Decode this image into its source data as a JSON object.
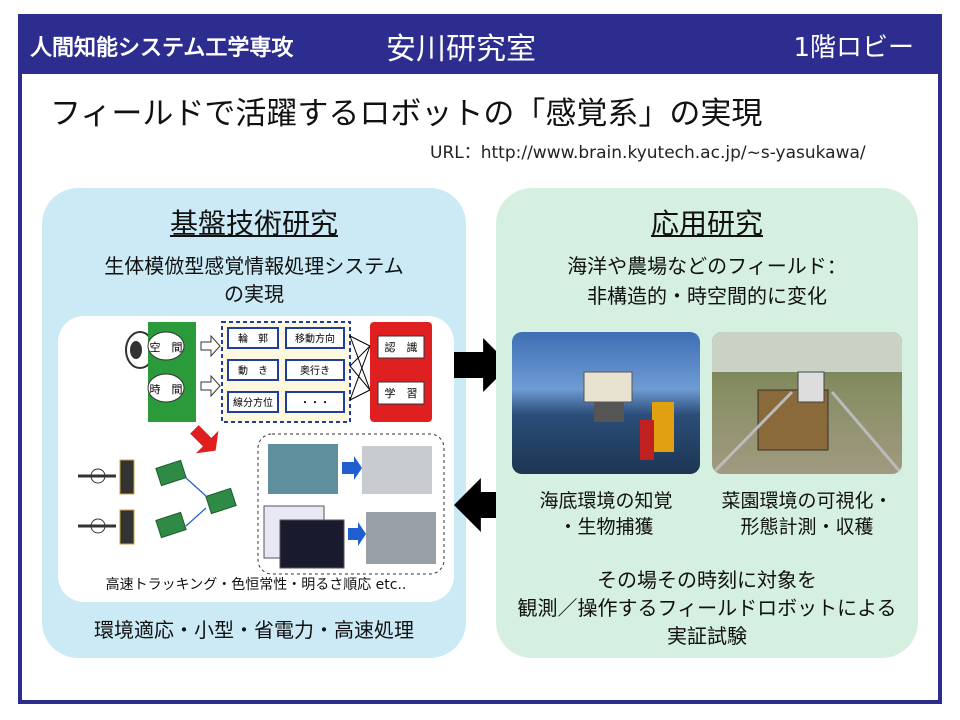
{
  "header": {
    "department": "人間知能システム工学専攻",
    "lab": "安川研究室",
    "location": "1階ロビー"
  },
  "title": "フィールドで活躍するロボットの「感覚系」の実現",
  "url": "URL：http://www.brain.kyutech.ac.jp/~s-yasukawa/",
  "left_panel": {
    "title": "基盤技術研究",
    "subtitle_line1": "生体模倣型感覚情報処理システム",
    "subtitle_line2": "の実現",
    "diagram": {
      "input_labels": [
        "空　間",
        "時　間"
      ],
      "feature_labels": [
        "輪　郭",
        "移動方向",
        "動　き",
        "奥行き",
        "線分方位",
        "・・・"
      ],
      "output_labels": [
        "認　識",
        "学　習"
      ],
      "processing_caption": "高速トラッキング・色恒常性・明るさ順応 etc.."
    },
    "footer": "環境適応・小型・省電力・高速処理"
  },
  "right_panel": {
    "title": "応用研究",
    "subtitle_line1": "海洋や農場などのフィールド：",
    "subtitle_line2": "非構造的・時空間的に変化",
    "caption_left_line1": "海底環境の知覚",
    "caption_left_line2": "・生物捕獲",
    "caption_right_line1": "菜園環境の可視化・",
    "caption_right_line2": "形態計測・収穫",
    "footer_line1": "その場その時刻に対象を",
    "footer_line2": "観測／操作するフィールドロボットによる",
    "footer_line3": "実証試験"
  },
  "colors": {
    "header_bg": "#2c2d8f",
    "left_panel_bg": "#cbeaf6",
    "right_panel_bg": "#d5efe0",
    "accent_red": "#e02020",
    "accent_green": "#2a9a3a",
    "accent_blue": "#1f5fd0"
  }
}
